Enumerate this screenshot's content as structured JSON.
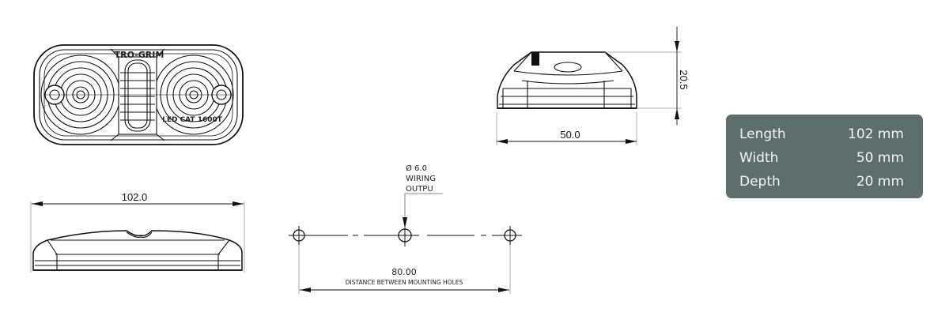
{
  "front_view": {
    "label_top": "TRO-GRIM",
    "label_bottom": "LED CAT 1600T"
  },
  "side_view_length": {
    "dimension": "102.0"
  },
  "end_view": {
    "width_dimension": "50.0",
    "height_dimension": "20.5"
  },
  "mounting": {
    "hole_note_line1": "Ø 6.0",
    "hole_note_line2": "WIRING",
    "hole_note_line3": "OUTPU",
    "spacing_value": "80.00",
    "spacing_label": "DISTANCE BETWEEN MOUNTING HOLES"
  },
  "specs": {
    "rows": [
      {
        "label": "Length",
        "value": "102 mm"
      },
      {
        "label": "Width",
        "value": "50 mm"
      },
      {
        "label": "Depth",
        "value": "20 mm"
      }
    ],
    "background_color": "#5e6e6c",
    "text_color": "#f2f4f3"
  }
}
